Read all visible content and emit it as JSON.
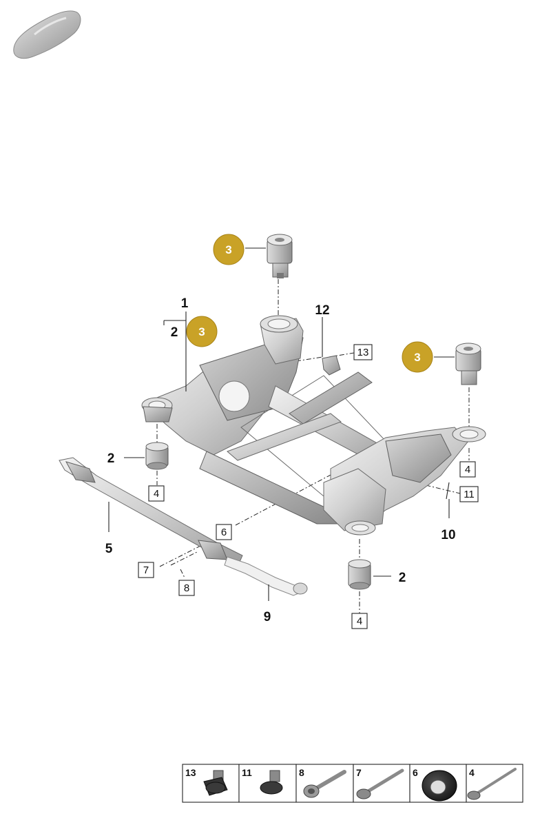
{
  "callouts": {
    "n1": "1",
    "n2_top": "2",
    "n2_left": "2",
    "n2_right": "2",
    "n3_badge_top": "3",
    "n3_badge_mid": "3",
    "n3_badge_right": "3",
    "n4_left": "4",
    "n4_right": "4",
    "n4_bottom": "4",
    "n5": "5",
    "n6": "6",
    "n7": "7",
    "n8": "8",
    "n9": "9",
    "n10": "10",
    "n11": "11",
    "n12": "12",
    "n13": "13"
  },
  "legend": [
    {
      "number": "13",
      "icon": "hex-bolt-short-icon"
    },
    {
      "number": "11",
      "icon": "hex-bolt-short-icon"
    },
    {
      "number": "8",
      "icon": "long-bolt-washer-icon"
    },
    {
      "number": "7",
      "icon": "long-bolt-flange-icon"
    },
    {
      "number": "6",
      "icon": "washer-icon"
    },
    {
      "number": "4",
      "icon": "long-bolt-thin-icon"
    }
  ],
  "colors": {
    "badge": "#c9a227",
    "metal": "#d0d0d0"
  }
}
